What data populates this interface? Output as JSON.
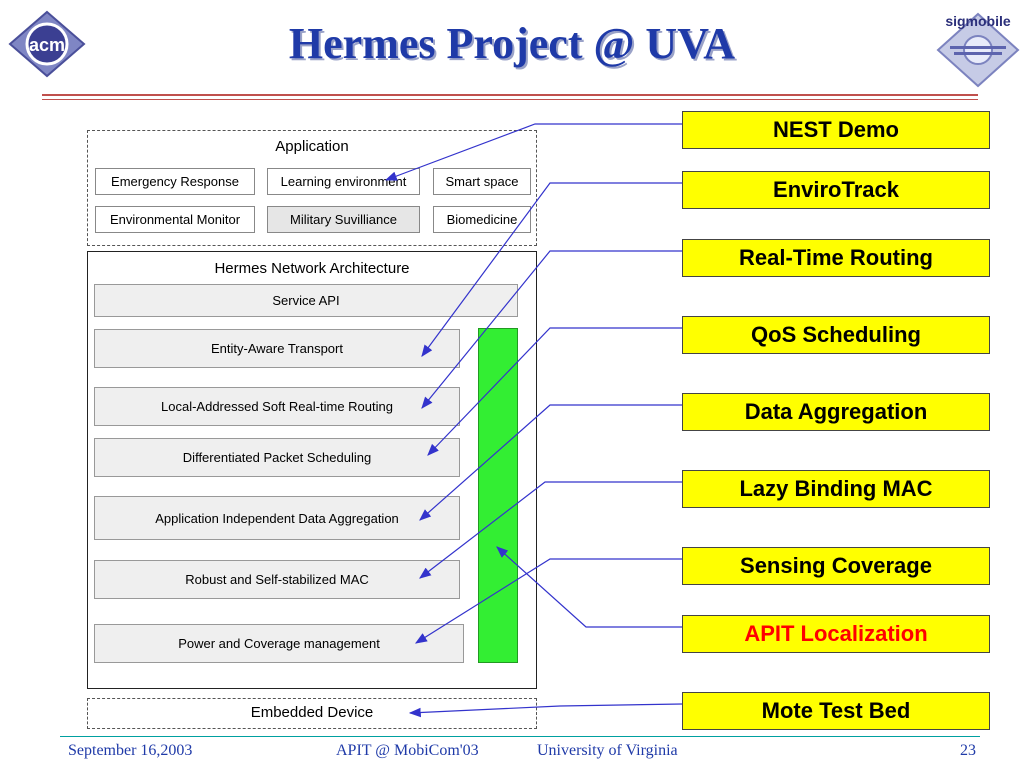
{
  "title": "Hermes Project @ UVA",
  "logos": {
    "left": "acm",
    "right": "sigmobile"
  },
  "diagram": {
    "application_label": "Application",
    "apps": [
      "Emergency Response",
      "Learning environment",
      "Smart space",
      "Environmental Monitor",
      "Military Suvilliance",
      "Biomedicine"
    ],
    "architecture_label": "Hermes Network Architecture",
    "layers": [
      "Service API",
      "Entity-Aware Transport",
      "Local-Addressed Soft Real-time Routing",
      "Differentiated Packet Scheduling",
      "Application Independent  Data Aggregation",
      "Robust and Self-stabilized MAC",
      "Power and Coverage management"
    ],
    "embedded_label": "Embedded Device"
  },
  "projects": [
    "NEST Demo",
    "EnviroTrack",
    "Real-Time Routing",
    "QoS Scheduling",
    "Data Aggregation",
    "Lazy Binding MAC",
    "Sensing Coverage",
    "APIT Localization",
    "Mote Test Bed"
  ],
  "colors": {
    "title": "#1f3aa8",
    "highlight_box": "#ffff00",
    "localization_bar": "#33ee33",
    "arrows": "#3333cc",
    "apit_text": "#ff0000"
  },
  "footer": {
    "date": "September 16,2003",
    "center_left": "APIT @ MobiCom'03",
    "center_right": "University of  Virginia",
    "page": "23"
  }
}
